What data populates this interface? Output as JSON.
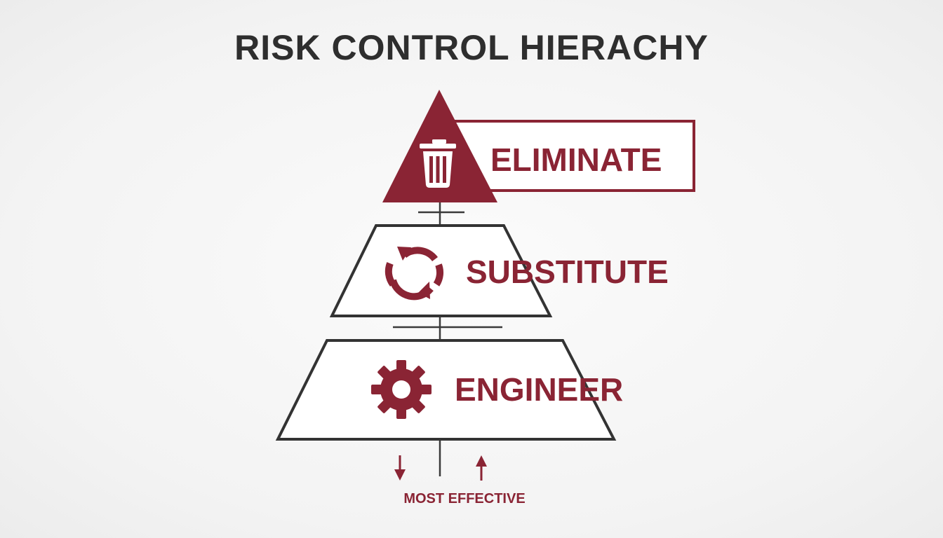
{
  "title": "RISK CONTROL HIERACHY",
  "colors": {
    "accent": "#8a2434",
    "outline": "#333333",
    "title": "#2e2e2e",
    "background": "#f4f4f4"
  },
  "levels": [
    {
      "label": "ELIMINATE",
      "icon": "trash-can-icon"
    },
    {
      "label": "SUBSTITUTE",
      "icon": "recycle-arrows-icon"
    },
    {
      "label": "ENGINEER",
      "icon": "gear-icon"
    }
  ],
  "footer": {
    "label": "MOST EFFECTIVE",
    "arrows": [
      "down-arrow-icon",
      "up-arrow-icon"
    ]
  }
}
